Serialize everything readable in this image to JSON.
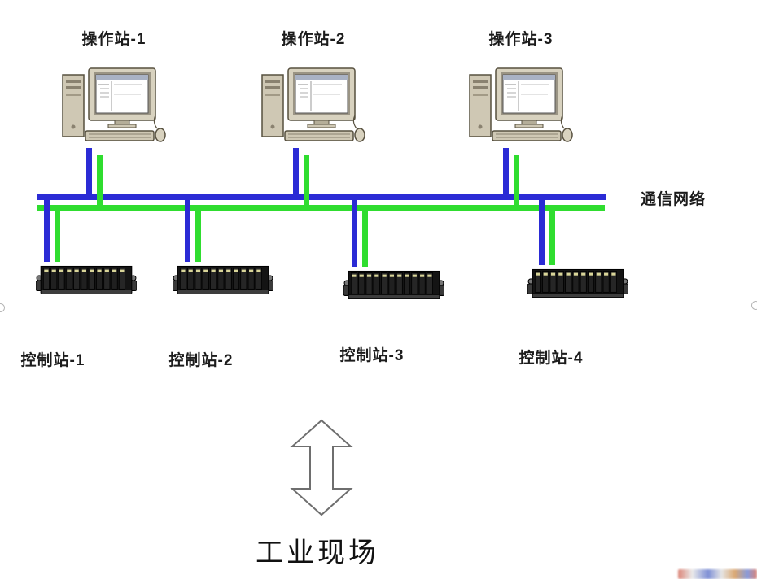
{
  "diagram": {
    "operator_stations": [
      {
        "label": "操作站-1"
      },
      {
        "label": "操作站-2"
      },
      {
        "label": "操作站-3"
      }
    ],
    "control_stations": [
      {
        "label": "控制站-1"
      },
      {
        "label": "控制站-2"
      },
      {
        "label": "控制站-3"
      },
      {
        "label": "控制站-4"
      }
    ],
    "network_label": "通信网络",
    "field_label": "工业现场",
    "colors": {
      "bus_blue": "#2b2bd5",
      "bus_green": "#2fdd2f"
    }
  }
}
